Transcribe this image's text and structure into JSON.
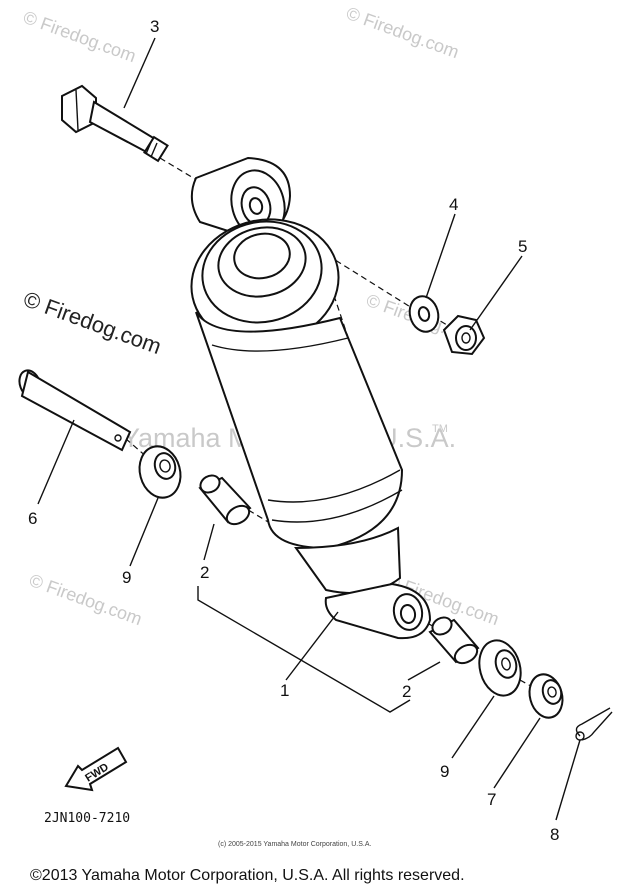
{
  "callouts": {
    "c3": "3",
    "c4": "4",
    "c5": "5",
    "c6": "6",
    "c9_left": "9",
    "c2_upper": "2",
    "c1": "1",
    "c2_lower": "2",
    "c9_right": "9",
    "c7": "7",
    "c8": "8"
  },
  "watermarks": {
    "firedog_top_left": "© Firedog.com",
    "firedog_top_right": "© Firedog.com",
    "firedog_mid_left": "© Firedog.com",
    "firedog_mid_right": "© Firedog.com",
    "firedog_lower_left": "© Firedog.com",
    "firedog_lower_right": "© Firedog.com",
    "yamaha_center": "Yamaha Motor Corp. U.S.A.",
    "tm": "TM"
  },
  "fwd_label": "FWD",
  "diagram_code": "2JN100-7210",
  "small_copyright": "(c) 2005-2015 Yamaha Motor Corporation, U.S.A.",
  "footer_copyright": "©2013 Yamaha Motor Corporation, U.S.A. All rights reserved."
}
